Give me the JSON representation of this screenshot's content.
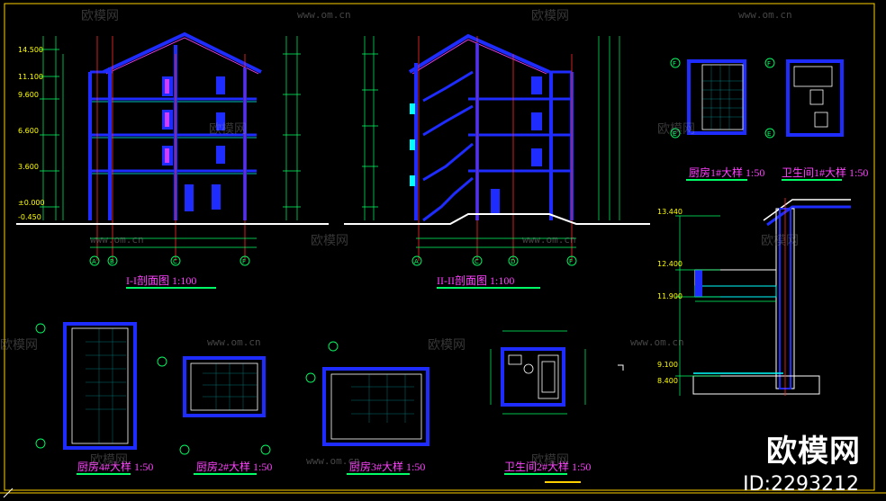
{
  "watermark": {
    "url": "www.om.cn",
    "logo_text": "欧模网"
  },
  "brand": {
    "name": "欧模网",
    "id": "ID:2293212"
  },
  "section_titles": {
    "section_1": "I-I剖面图 1:100",
    "section_2": "II-II剖面图 1:100"
  },
  "detail_titles": {
    "kitchen_1": "厨房1#大样  1:50",
    "bath_1": "卫生间1#大样  1:50",
    "kitchen_4": "厨房4#大样  1:50",
    "kitchen_2": "厨房2#大样  1:50",
    "kitchen_3": "厨房3#大样  1:50",
    "bath_2": "卫生间2#大样  1:50"
  },
  "axis_tags": {
    "s1": [
      "A",
      "B",
      "C",
      "F"
    ],
    "s2": [
      "A",
      "C",
      "D",
      "F"
    ],
    "k1": [
      "F",
      "E"
    ],
    "b1": [
      "F",
      "E"
    ]
  },
  "elevations": {
    "left": [
      "14.500",
      "11.100",
      "9.600",
      "6.600",
      "3.600",
      "±0.000",
      "-0.450"
    ],
    "wall": [
      "13.440",
      "12.400",
      "11.900",
      "9.100",
      "8.400"
    ]
  },
  "colors": {
    "wall_blue": "#1f2cff",
    "dim_green": "#00ff66",
    "axis_red": "#ff2a2a",
    "accent_magenta": "#ff40ff",
    "cyan": "#00ffff",
    "frame_yellow": "#ffd000"
  }
}
